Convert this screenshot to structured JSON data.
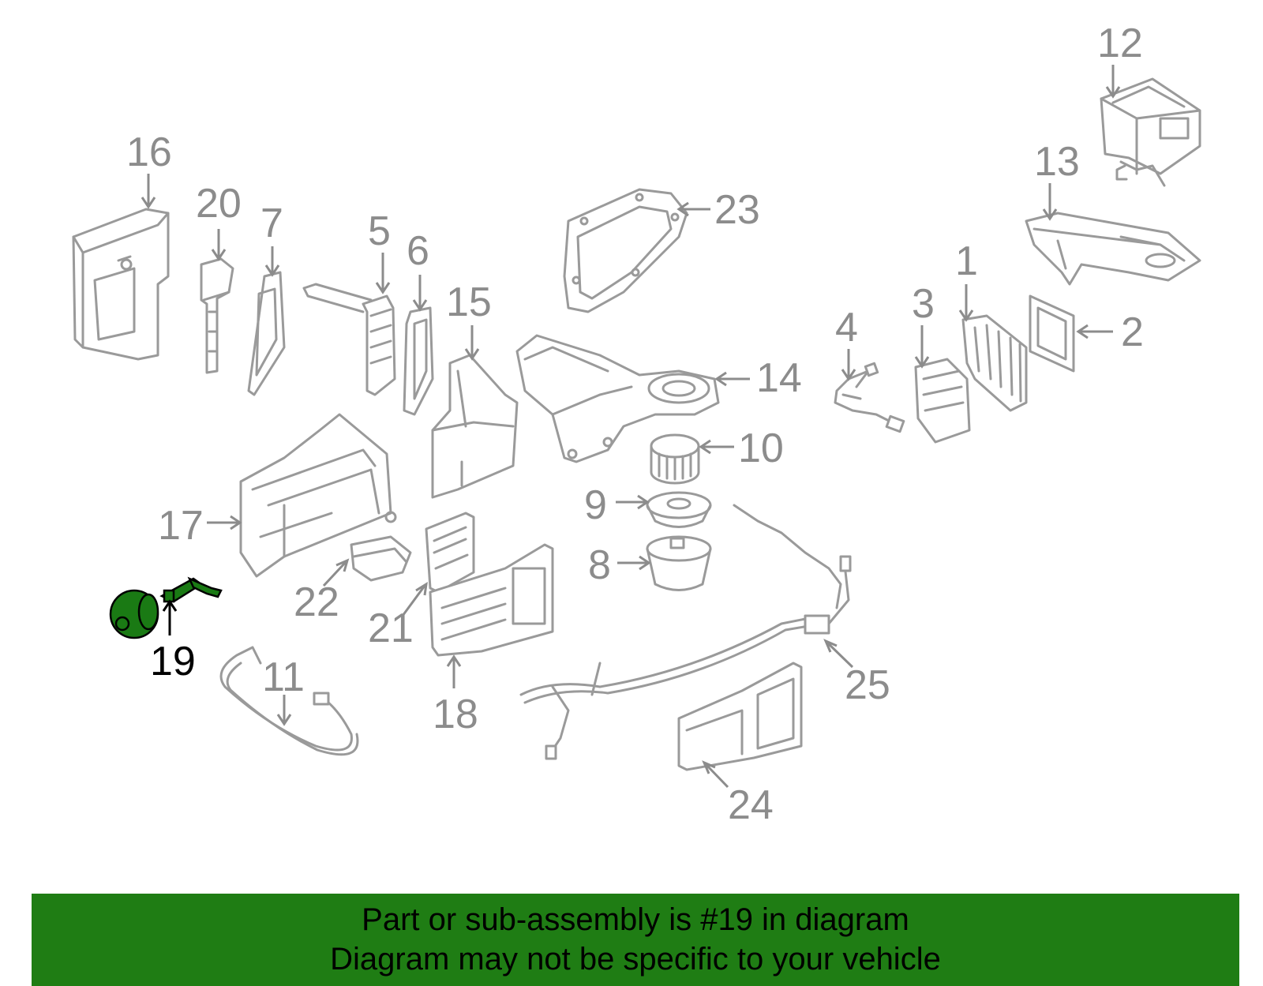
{
  "diagram": {
    "highlight_color": "#1a7a14",
    "callout_color": "#8c8c8c",
    "active_part": "19",
    "callouts": [
      {
        "id": "c1",
        "label": "1"
      },
      {
        "id": "c2",
        "label": "2"
      },
      {
        "id": "c3",
        "label": "3"
      },
      {
        "id": "c4",
        "label": "4"
      },
      {
        "id": "c5",
        "label": "5"
      },
      {
        "id": "c6",
        "label": "6"
      },
      {
        "id": "c7",
        "label": "7"
      },
      {
        "id": "c8",
        "label": "8"
      },
      {
        "id": "c9",
        "label": "9"
      },
      {
        "id": "c10",
        "label": "10"
      },
      {
        "id": "c11",
        "label": "11"
      },
      {
        "id": "c12",
        "label": "12"
      },
      {
        "id": "c13",
        "label": "13"
      },
      {
        "id": "c14",
        "label": "14"
      },
      {
        "id": "c15",
        "label": "15"
      },
      {
        "id": "c16",
        "label": "16"
      },
      {
        "id": "c17",
        "label": "17"
      },
      {
        "id": "c18",
        "label": "18"
      },
      {
        "id": "c19",
        "label": "19"
      },
      {
        "id": "c20",
        "label": "20"
      },
      {
        "id": "c21",
        "label": "21"
      },
      {
        "id": "c22",
        "label": "22"
      },
      {
        "id": "c23",
        "label": "23"
      },
      {
        "id": "c24",
        "label": "24"
      },
      {
        "id": "c25",
        "label": "25"
      }
    ]
  },
  "banner": {
    "background": "#1f7d14",
    "line1": "Part or sub-assembly is #19 in diagram",
    "line2": "Diagram may not be specific to your vehicle"
  }
}
